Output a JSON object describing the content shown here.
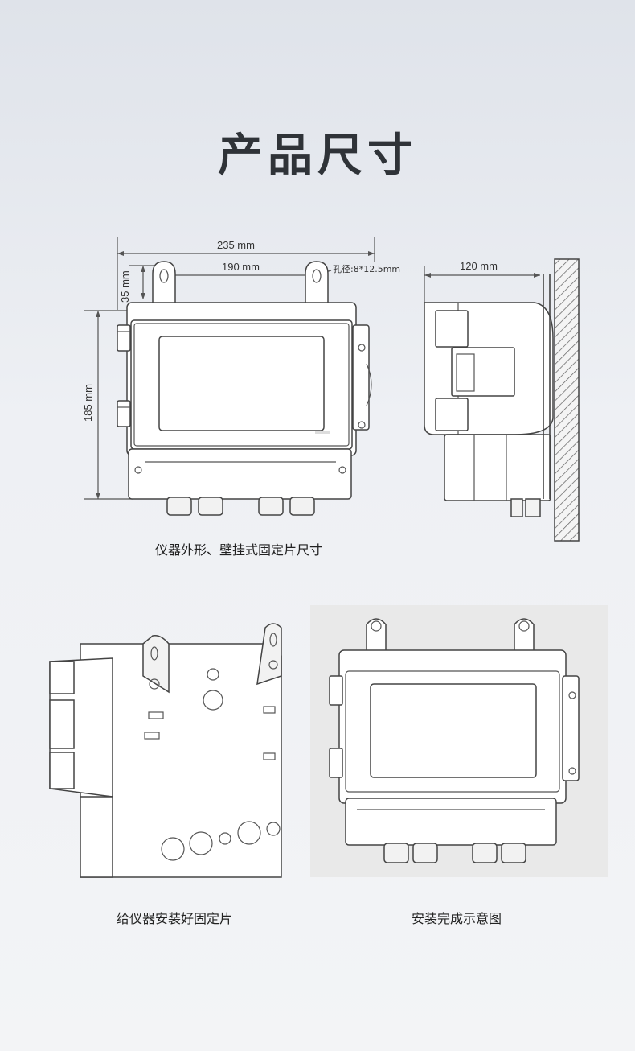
{
  "page": {
    "title": "产品尺寸"
  },
  "front_view": {
    "width_overall": "235 mm",
    "hole_spacing": "190 mm",
    "hole_spec": "孔径:8*12.5mm",
    "bracket_height": "35 mm",
    "height": "185 mm",
    "caption": "仪器外形、壁挂式固定片尺寸"
  },
  "side_view": {
    "depth": "120 mm"
  },
  "back_view": {
    "caption": "给仪器安装好固定片"
  },
  "installed_view": {
    "caption": "安装完成示意图"
  }
}
